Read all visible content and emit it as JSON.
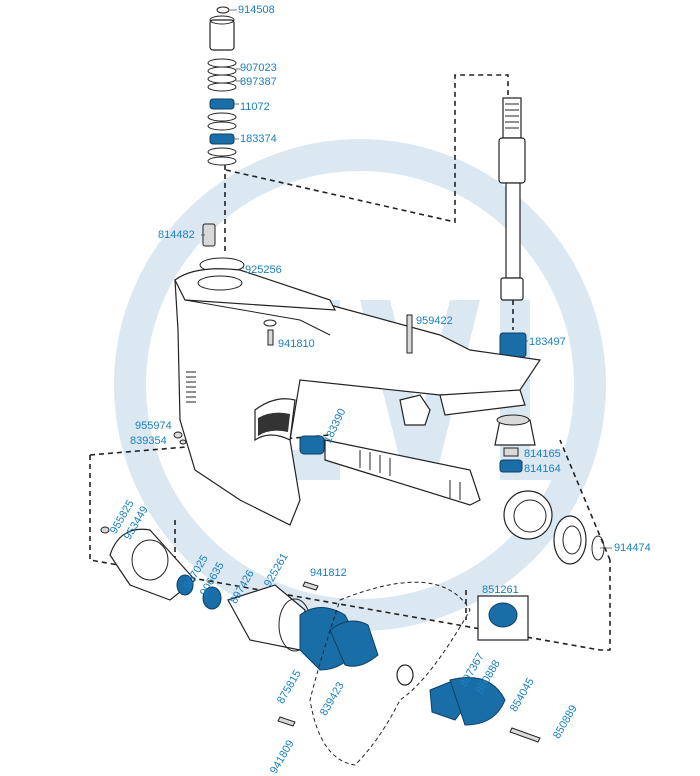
{
  "brand": {
    "watermark_color": "#dbe8f1",
    "label_color": "#1a7fc1",
    "part_color": "#1a6ea8"
  },
  "labels": {
    "p914508": "914508",
    "p907023": "907023",
    "p897387": "897387",
    "p11072": "11072",
    "p183374": "183374",
    "p814482": "814482",
    "p925256": "925256",
    "p959422": "959422",
    "p941810": "941810",
    "p183497": "183497",
    "p955974": "955974",
    "p839354": "839354",
    "p183390": "183390",
    "p814165": "814165",
    "p814164": "814164",
    "p955825": "955825",
    "p953449": "953449",
    "p907025": "907025",
    "p906635": "906635",
    "p897426": "897426",
    "p925261": "925261",
    "p941812": "941812",
    "p851261": "851261",
    "p914474": "914474",
    "p897367": "897367",
    "p850888": "850888",
    "p854045": "854045",
    "p875815": "875815",
    "p839423": "839423",
    "p850889": "850889",
    "p941809": "941809"
  }
}
